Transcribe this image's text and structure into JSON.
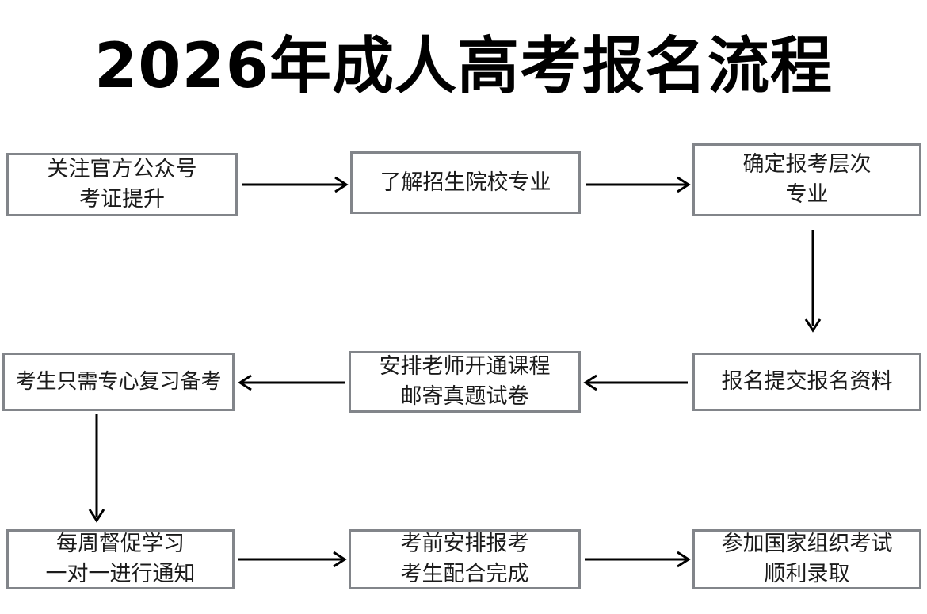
{
  "page": {
    "title": "2026年成人高考报名流程",
    "background_color": "#ffffff",
    "box_border_color": "#82858a",
    "arrow_color": "#000000",
    "text_color": "#1b1b1b"
  },
  "flowchart": {
    "type": "process-flow",
    "direction": "serpentine (left-to-right, then right-to-left, then left-to-right)",
    "nodes": [
      {
        "id": "n1",
        "row": 1,
        "col": 1,
        "lines": [
          "关注官方公众号",
          "考证提升"
        ]
      },
      {
        "id": "n2",
        "row": 1,
        "col": 2,
        "lines": [
          "了解招生院校专业"
        ]
      },
      {
        "id": "n3",
        "row": 1,
        "col": 3,
        "lines": [
          "确定报考层次",
          "专业"
        ]
      },
      {
        "id": "n4",
        "row": 2,
        "col": 3,
        "lines": [
          "报名提交报名资料"
        ]
      },
      {
        "id": "n5",
        "row": 2,
        "col": 2,
        "lines": [
          "安排老师开通课程",
          "邮寄真题试卷"
        ]
      },
      {
        "id": "n6",
        "row": 2,
        "col": 1,
        "lines": [
          "考生只需专心复习备考"
        ]
      },
      {
        "id": "n7",
        "row": 3,
        "col": 1,
        "lines": [
          "每周督促学习",
          "一对一进行通知"
        ]
      },
      {
        "id": "n8",
        "row": 3,
        "col": 2,
        "lines": [
          "考前安排报考",
          "考生配合完成"
        ]
      },
      {
        "id": "n9",
        "row": 3,
        "col": 3,
        "lines": [
          "参加国家组织考试",
          "顺利录取"
        ]
      }
    ],
    "edges": [
      {
        "from": "n1",
        "to": "n2",
        "direction": "right"
      },
      {
        "from": "n2",
        "to": "n3",
        "direction": "right"
      },
      {
        "from": "n3",
        "to": "n4",
        "direction": "down"
      },
      {
        "from": "n4",
        "to": "n5",
        "direction": "left"
      },
      {
        "from": "n5",
        "to": "n6",
        "direction": "left"
      },
      {
        "from": "n6",
        "to": "n7",
        "direction": "down"
      },
      {
        "from": "n7",
        "to": "n8",
        "direction": "right"
      },
      {
        "from": "n8",
        "to": "n9",
        "direction": "right"
      }
    ]
  }
}
